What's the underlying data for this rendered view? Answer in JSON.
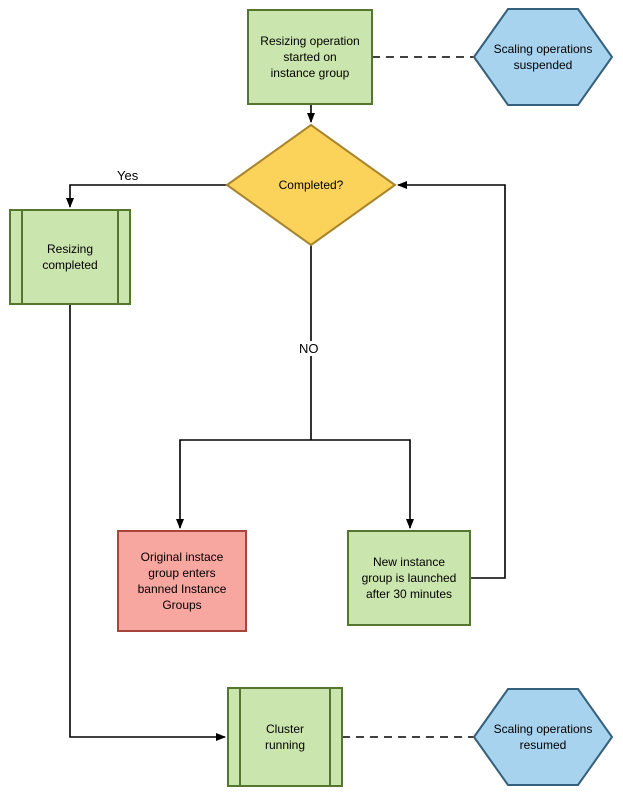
{
  "diagram": {
    "nodes": {
      "start": {
        "label": "Resizing operation\nstarted on\ninstance group"
      },
      "suspended": {
        "label": "Scaling operations\nsuspended"
      },
      "decision": {
        "label": "Completed?"
      },
      "resizing_completed": {
        "label": "Resizing\ncompleted"
      },
      "banned_group": {
        "label": "Original instace\ngroup enters\nbanned Instance\nGroups"
      },
      "new_group": {
        "label": "New instance\ngroup is launched\nafter 30 minutes"
      },
      "cluster_running": {
        "label": "Cluster\nrunning"
      },
      "resumed": {
        "label": "Scaling operations\nresumed"
      }
    },
    "edge_labels": {
      "yes": "Yes",
      "no": "NO"
    },
    "colors": {
      "green_fill": "#cbe5ae",
      "green_stroke": "#54762f",
      "yellow_fill": "#fbd25a",
      "yellow_stroke": "#a8842c",
      "pink_fill": "#f7a6a0",
      "pink_stroke": "#a8453c",
      "blue_fill": "#a8d3ee",
      "blue_stroke": "#35607c",
      "line": "#000000"
    }
  }
}
